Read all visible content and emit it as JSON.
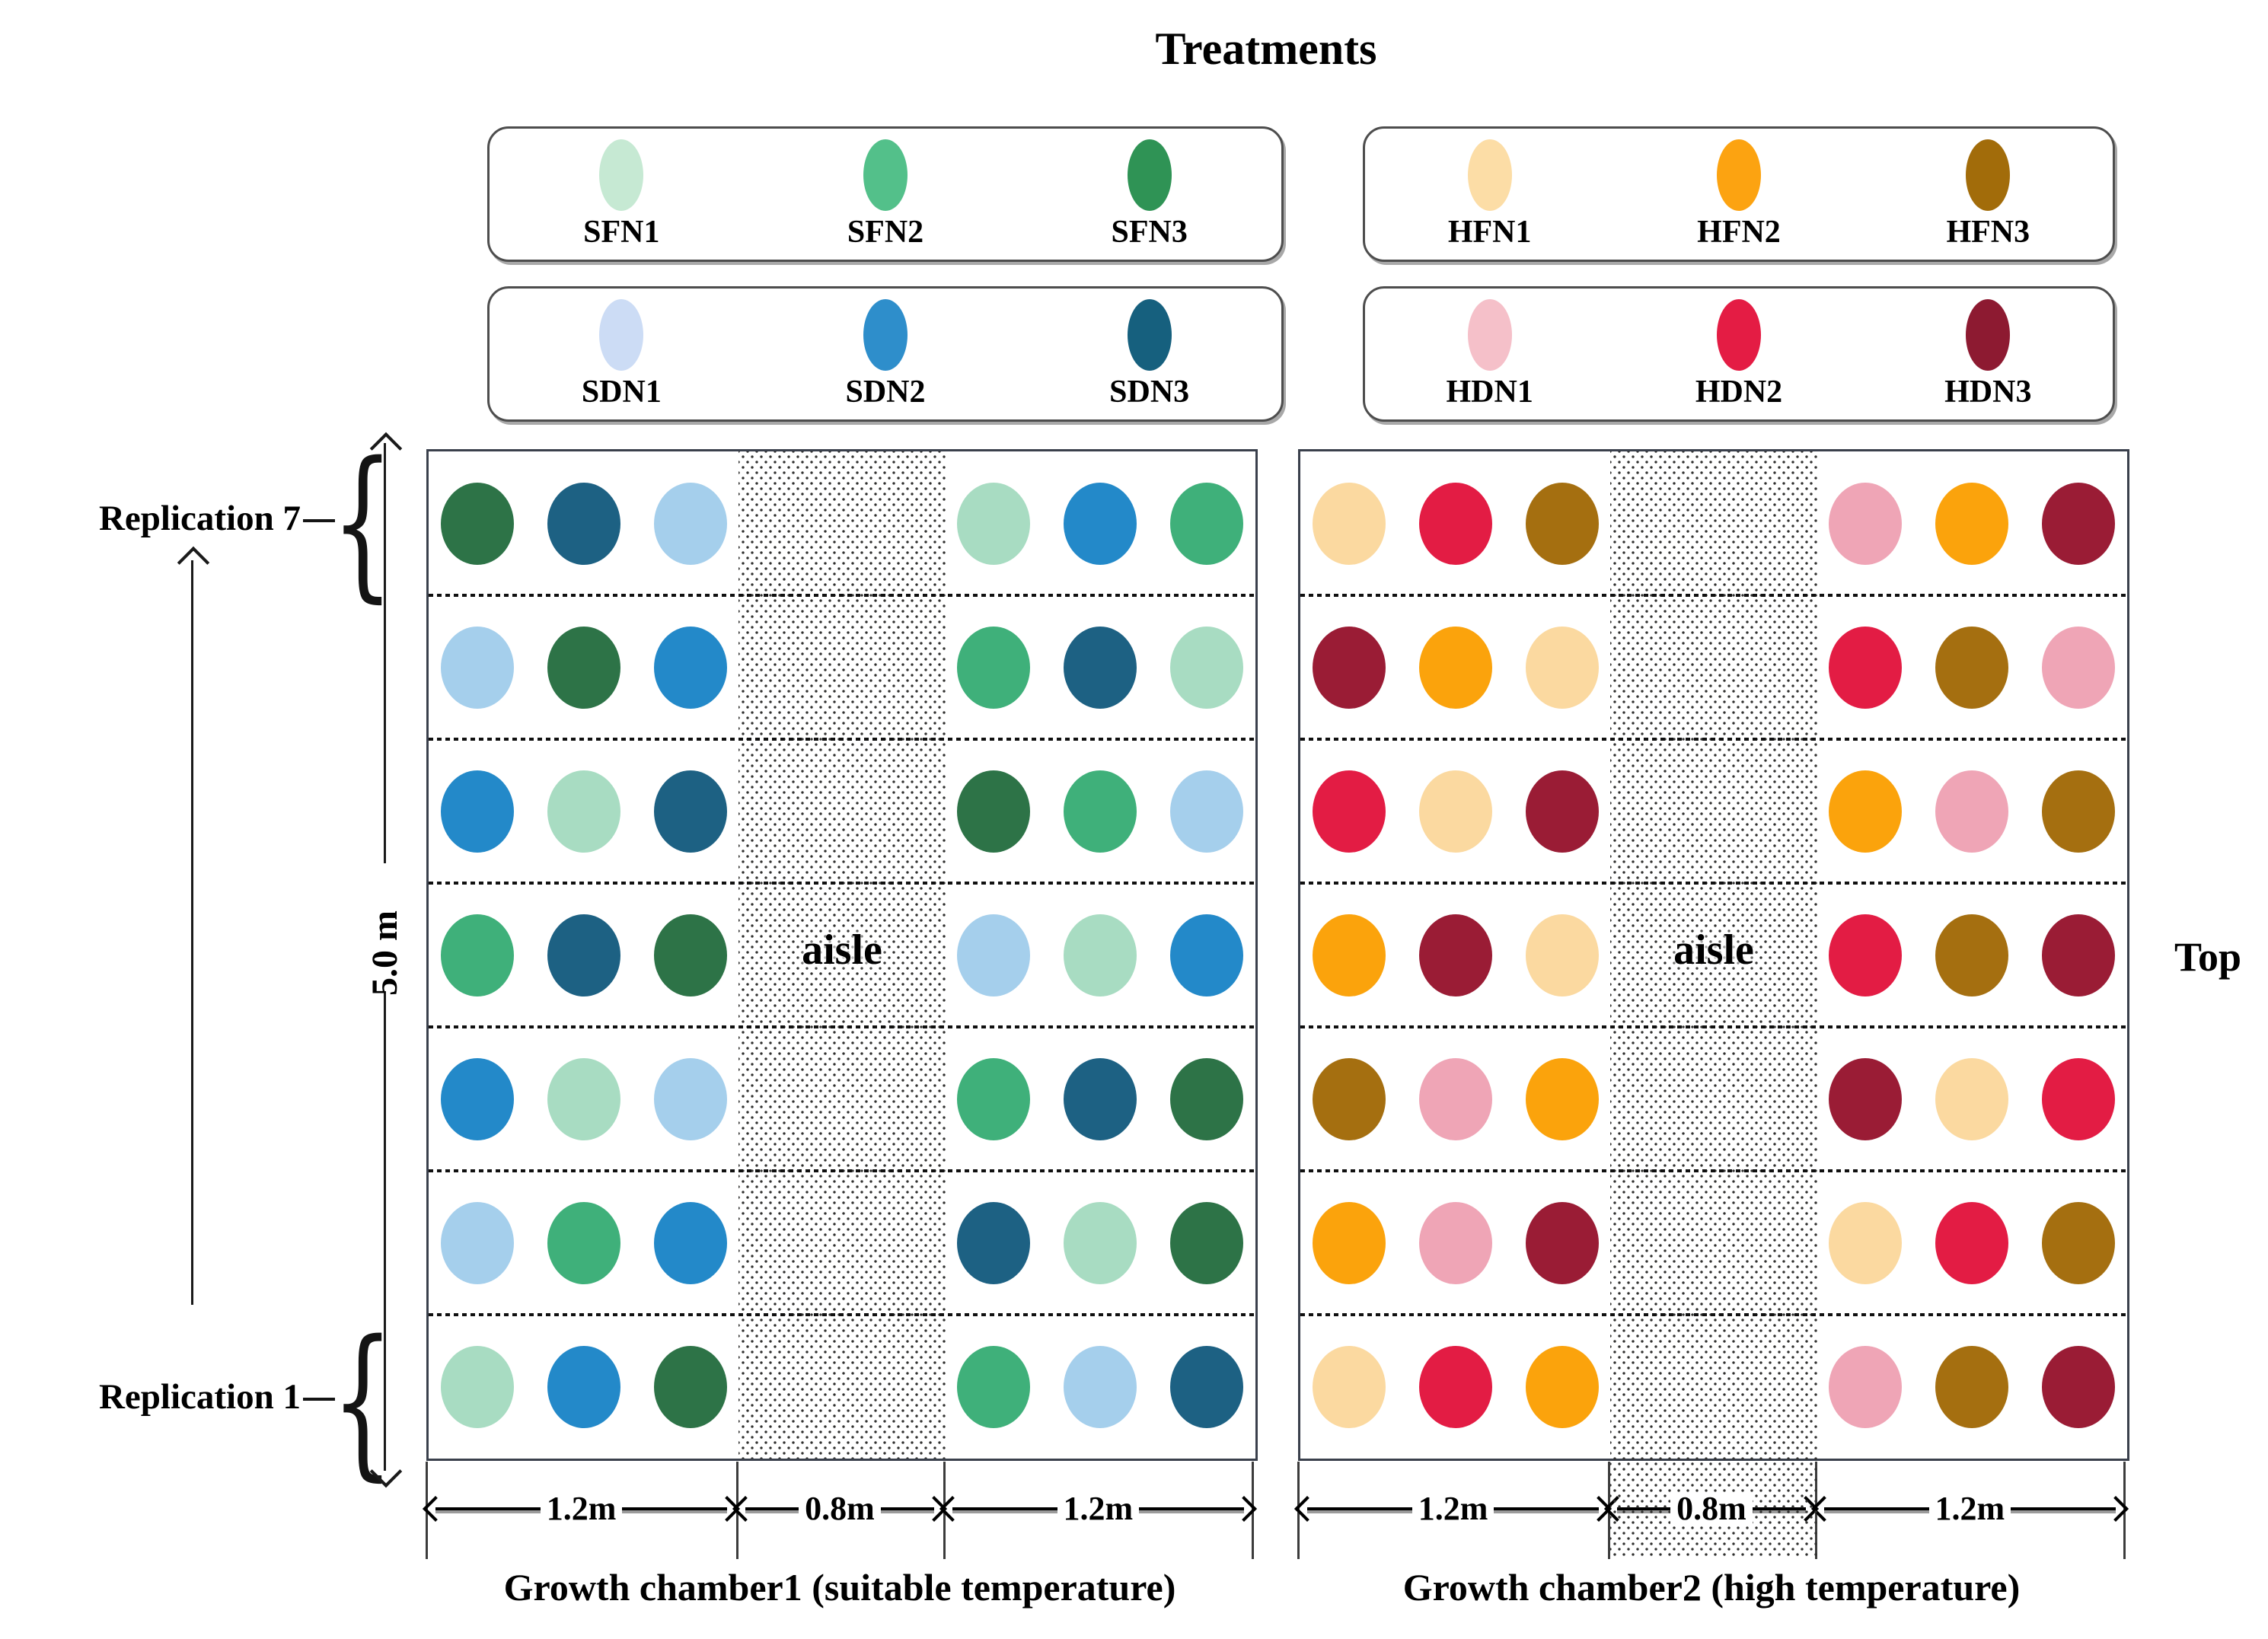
{
  "title": "Treatments",
  "treatments": [
    {
      "code": "SFN1",
      "legend_color": "#c6e9d3",
      "plot_color": "#a8dcc2"
    },
    {
      "code": "SFN2",
      "legend_color": "#53c08a",
      "plot_color": "#3fb07a"
    },
    {
      "code": "SFN3",
      "legend_color": "#2f9355",
      "plot_color": "#2d7347"
    },
    {
      "code": "SDN1",
      "legend_color": "#ccdcf5",
      "plot_color": "#a5cfec"
    },
    {
      "code": "SDN2",
      "legend_color": "#2e8ecb",
      "plot_color": "#2389c9"
    },
    {
      "code": "SDN3",
      "legend_color": "#16607e",
      "plot_color": "#1d6183"
    },
    {
      "code": "HFN1",
      "legend_color": "#fcdda6",
      "plot_color": "#fbd9a0"
    },
    {
      "code": "HFN2",
      "legend_color": "#fca311",
      "plot_color": "#fba30c"
    },
    {
      "code": "HFN3",
      "legend_color": "#a26c0a",
      "plot_color": "#a56f10"
    },
    {
      "code": "HDN1",
      "legend_color": "#f5c0c9",
      "plot_color": "#efa5b6"
    },
    {
      "code": "HDN2",
      "legend_color": "#e41c44",
      "plot_color": "#e31c44"
    },
    {
      "code": "HDN3",
      "legend_color": "#8d1a31",
      "plot_color": "#9a1c35"
    }
  ],
  "legend_groups": [
    {
      "rows": [
        [
          "SFN1",
          "SFN2",
          "SFN3"
        ],
        [
          "SDN1",
          "SDN2",
          "SDN3"
        ]
      ]
    },
    {
      "rows": [
        [
          "HFN1",
          "HFN2",
          "HFN3"
        ],
        [
          "HDN1",
          "HDN2",
          "HDN3"
        ]
      ]
    }
  ],
  "chambers": [
    {
      "caption": "Growth chamber1 (suitable temperature)",
      "aisle_label": "aisle",
      "dimensions": {
        "left": "1.2m",
        "middle": "0.8m",
        "right": "1.2m"
      },
      "rows": [
        {
          "left": [
            "SFN3",
            "SDN3",
            "SDN1"
          ],
          "right": [
            "SFN1",
            "SDN2",
            "SFN2"
          ]
        },
        {
          "left": [
            "SDN1",
            "SFN3",
            "SDN2"
          ],
          "right": [
            "SFN2",
            "SDN3",
            "SFN1"
          ]
        },
        {
          "left": [
            "SDN2",
            "SFN1",
            "SDN3"
          ],
          "right": [
            "SFN3",
            "SFN2",
            "SDN1"
          ]
        },
        {
          "left": [
            "SFN2",
            "SDN3",
            "SFN3"
          ],
          "right": [
            "SDN1",
            "SFN1",
            "SDN2"
          ]
        },
        {
          "left": [
            "SDN2",
            "SFN1",
            "SDN1"
          ],
          "right": [
            "SFN2",
            "SDN3",
            "SFN3"
          ]
        },
        {
          "left": [
            "SDN1",
            "SFN2",
            "SDN2"
          ],
          "right": [
            "SDN3",
            "SFN1",
            "SFN3"
          ]
        },
        {
          "left": [
            "SFN1",
            "SDN2",
            "SFN3"
          ],
          "right": [
            "SFN2",
            "SDN1",
            "SDN3"
          ]
        }
      ]
    },
    {
      "caption": "Growth chamber2 (high temperature)",
      "aisle_label": "aisle",
      "dimensions": {
        "left": "1.2m",
        "middle": "0.8m",
        "right": "1.2m"
      },
      "rows": [
        {
          "left": [
            "HFN1",
            "HDN2",
            "HFN3"
          ],
          "right": [
            "HDN1",
            "HFN2",
            "HDN3"
          ]
        },
        {
          "left": [
            "HDN3",
            "HFN2",
            "HFN1"
          ],
          "right": [
            "HDN2",
            "HFN3",
            "HDN1"
          ]
        },
        {
          "left": [
            "HDN2",
            "HFN1",
            "HDN3"
          ],
          "right": [
            "HFN2",
            "HDN1",
            "HFN3"
          ]
        },
        {
          "left": [
            "HFN2",
            "HDN3",
            "HFN1"
          ],
          "right": [
            "HDN2",
            "HFN3",
            "HDN3"
          ]
        },
        {
          "left": [
            "HFN3",
            "HDN1",
            "HFN2"
          ],
          "right": [
            "HDN3",
            "HFN1",
            "HDN2"
          ]
        },
        {
          "left": [
            "HFN2",
            "HDN1",
            "HDN3"
          ],
          "right": [
            "HFN1",
            "HDN2",
            "HFN3"
          ]
        },
        {
          "left": [
            "HFN1",
            "HDN2",
            "HFN2"
          ],
          "right": [
            "HDN1",
            "HFN3",
            "HDN3"
          ]
        }
      ]
    }
  ],
  "annotations": {
    "replication_top": "Replication 7",
    "replication_bottom": "Replication 1",
    "height_label": "5.0 m",
    "top_label": "Top"
  }
}
